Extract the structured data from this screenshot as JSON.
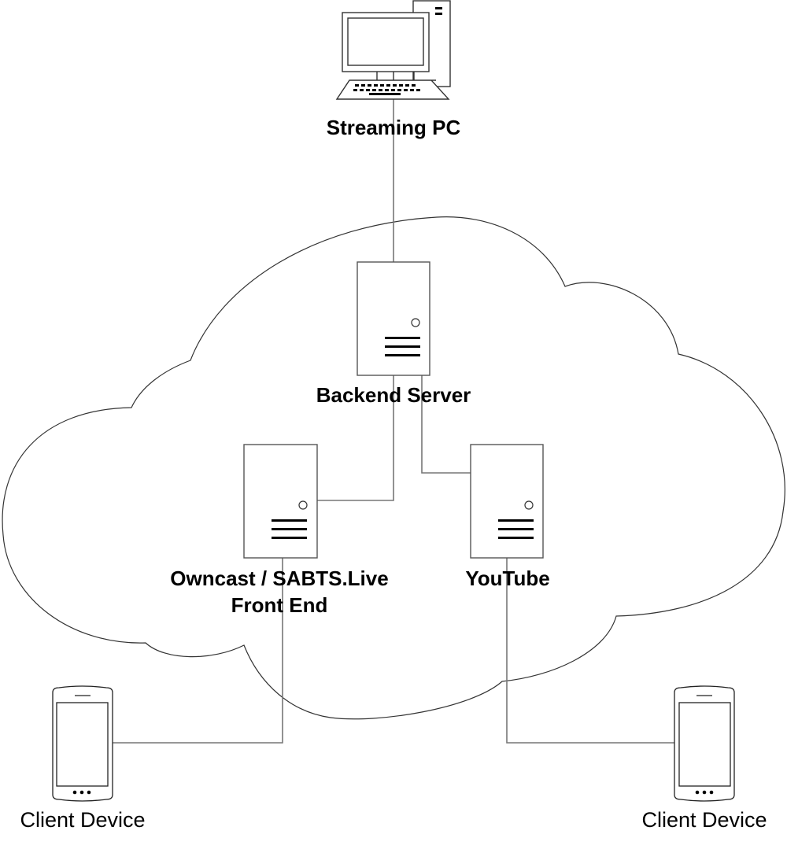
{
  "diagram": {
    "title": "Streaming network architecture",
    "colors": {
      "stroke": "#333333",
      "connector": "#777777",
      "background": "#ffffff",
      "text": "#000000"
    },
    "nodes": {
      "streaming_pc": {
        "label": "Streaming PC",
        "icon": "desktop-computer-icon"
      },
      "backend_server": {
        "label": "Backend Server",
        "icon": "server-tower-icon"
      },
      "owncast": {
        "label_line1": "Owncast / SABTS.Live",
        "label_line2": "Front End",
        "icon": "server-tower-icon"
      },
      "youtube": {
        "label": "YouTube",
        "icon": "server-tower-icon"
      },
      "client_left": {
        "label": "Client Device",
        "icon": "smartphone-icon"
      },
      "client_right": {
        "label": "Client Device",
        "icon": "smartphone-icon"
      }
    },
    "region": {
      "name": "cloud",
      "icon": "cloud-shape"
    },
    "connections": [
      {
        "from": "Streaming PC",
        "to": "Backend Server"
      },
      {
        "from": "Backend Server",
        "to": "Owncast / SABTS.Live Front End"
      },
      {
        "from": "Backend Server",
        "to": "YouTube"
      },
      {
        "from": "Owncast / SABTS.Live Front End",
        "to": "Client Device (left)"
      },
      {
        "from": "YouTube",
        "to": "Client Device (right)"
      }
    ]
  }
}
